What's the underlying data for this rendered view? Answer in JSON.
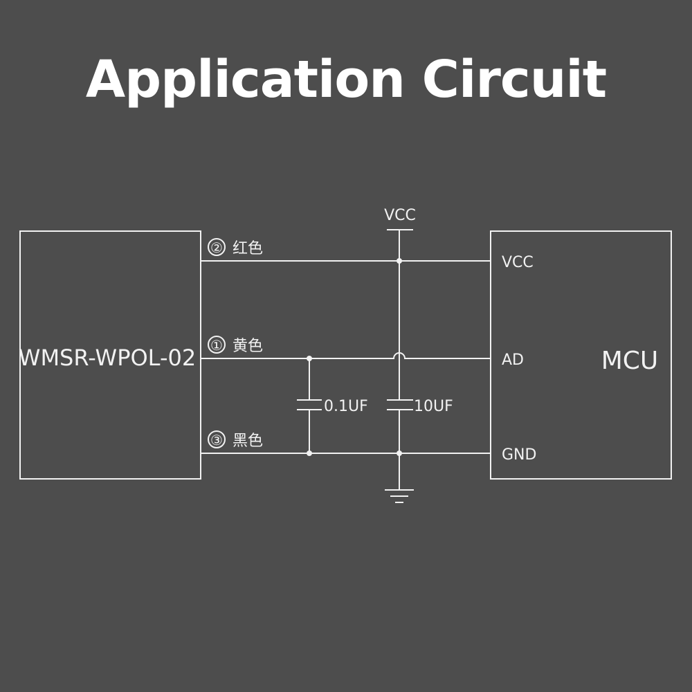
{
  "title": "Application Circuit",
  "sensor": {
    "label": "WMSR-WPOL-02"
  },
  "mcu": {
    "label": "MCU"
  },
  "wires": [
    {
      "num": "②",
      "color_name": "红色"
    },
    {
      "num": "①",
      "color_name": "黄色"
    },
    {
      "num": "③",
      "color_name": "黑色"
    }
  ],
  "mcu_pins": {
    "vcc": "VCC",
    "ad": "AD",
    "gnd": "GND"
  },
  "supply": {
    "label": "VCC"
  },
  "capacitors": [
    {
      "value": "0.1UF"
    },
    {
      "value": "10UF"
    }
  ],
  "colors": {
    "background": "#4d4d4d",
    "line": "#f2f2f2"
  }
}
